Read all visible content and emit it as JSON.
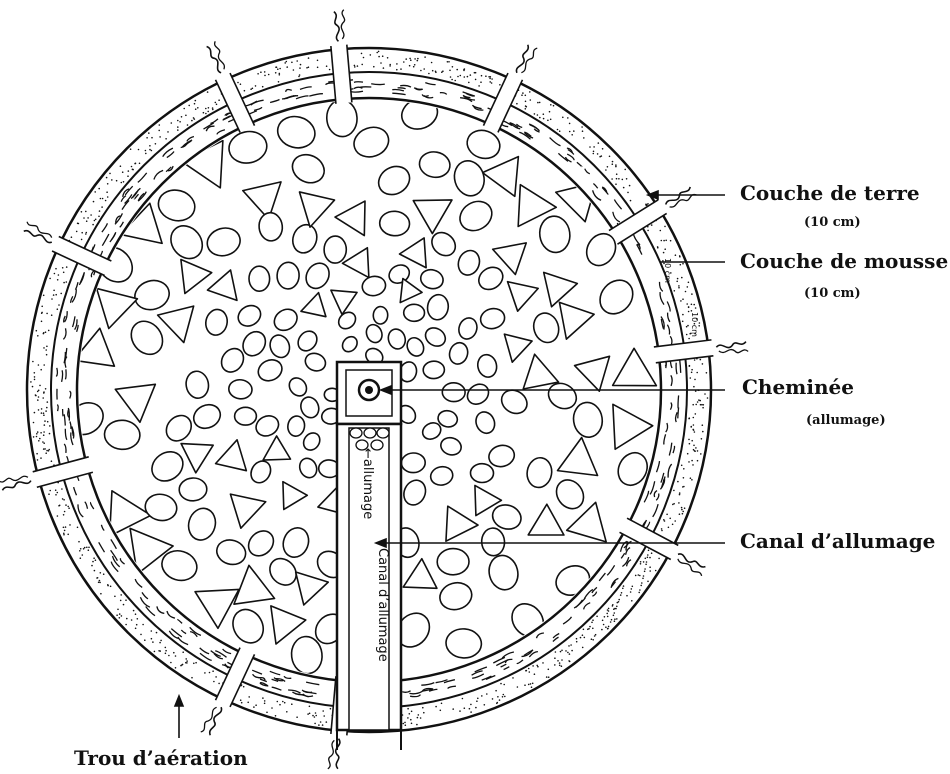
{
  "labels": {
    "couche_terre": "Couche de terre",
    "couche_terre_dim": "(10 cm)",
    "couche_mousse": "Couche de mousse",
    "couche_mousse_dim": "(10 cm)",
    "cheminee": "Cheminée",
    "cheminee_sub": "(allumage)",
    "canal": "Canal d’allumage",
    "trou": "Trou d’aération"
  },
  "inner": {
    "canal_text_1": "←allumage",
    "canal_text_2": "Canal d’allumage",
    "dim_terre": "10 cm",
    "dim_mousse": "10 cm"
  },
  "colors": {
    "ink": "#111111",
    "paper": "#ffffff"
  },
  "icons": [
    "vent-smoke-icon"
  ]
}
